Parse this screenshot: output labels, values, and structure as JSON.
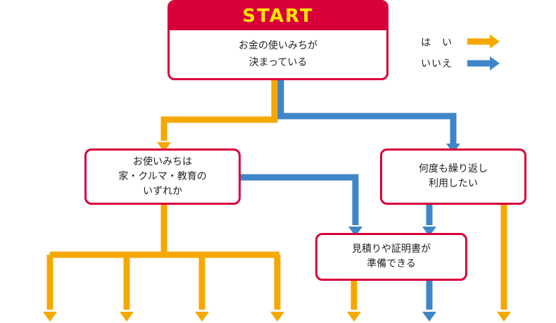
{
  "start": {
    "title": "START",
    "text": "お金の使いみちが\n決まっている"
  },
  "legend": {
    "yes_label": "は　い",
    "no_label": "いいえ"
  },
  "nodes": {
    "purpose": "お使いみちは\n家・クルマ・教育の\nいずれか",
    "repeat": "何度も繰り返し\n利用したい",
    "quote": "見積りや証明書が\n準備できる"
  },
  "colors": {
    "box_border": "#d9003a",
    "start_header": "#d9003a",
    "start_title": "#ffe600",
    "yes_arrow": "#f5a800",
    "no_arrow": "#3f86c8"
  }
}
